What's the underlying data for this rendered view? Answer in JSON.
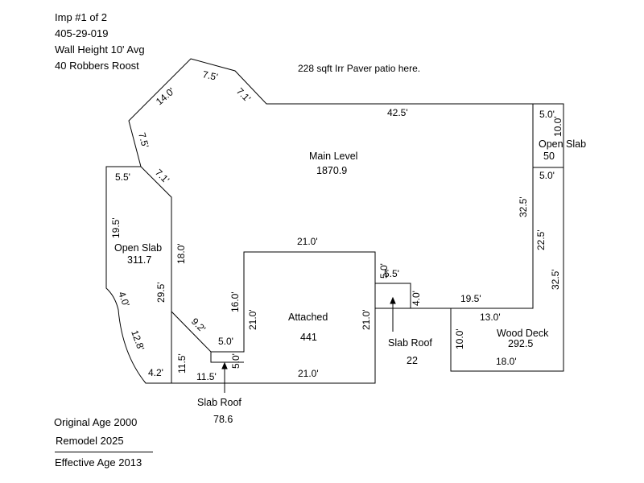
{
  "header": {
    "imp": "Imp #1 of 2",
    "parcel": "405-29-019",
    "wall_height": "Wall Height 10' Avg",
    "address": "40 Robbers Roost"
  },
  "note": "228 sqft Irr Paver patio here.",
  "areas": {
    "main_name": "Main Level",
    "main_value": "1870.9",
    "open_slab_left_name": "Open Slab",
    "open_slab_left_value": "311.7",
    "open_slab_right_name": "Open Slab",
    "open_slab_right_value": "50",
    "attached_name": "Attached",
    "attached_value": "441",
    "wood_deck_name": "Wood Deck",
    "wood_deck_value": "292.5",
    "slab_roof_a_name": "Slab Roof",
    "slab_roof_a_value": "78.6",
    "slab_roof_b_name": "Slab Roof",
    "slab_roof_b_value": "22"
  },
  "dims": {
    "d7_5a": "7.5'",
    "d14_0": "14.0'",
    "d7_1a": "7.1'",
    "d42_5": "42.5'",
    "d5_0a": "5.0'",
    "d10_0a": "10.0'",
    "d7_5b": "7.5'",
    "d7_1b": "7.1'",
    "d5_5a": "5.5'",
    "d5_0b": "5.0'",
    "d19_5a": "19.5'",
    "d32_5a": "32.5'",
    "d22_5": "22.5'",
    "d18_0a": "18.0'",
    "d21_0a": "21.0'",
    "d32_5b": "32.5'",
    "d5_0c": "5.0'",
    "d5_5b": "5.5'",
    "d4_0a": "4.0'",
    "d19_5b": "19.5'",
    "d16_0": "16.0'",
    "d29_5": "29.5'",
    "d21_0b": "21.0'",
    "d21_0c": "21.0'",
    "d13_0": "13.0'",
    "d4_0b": "4.0'",
    "d9_2": "9.2'",
    "d5_0d": "5.0'",
    "d10_0b": "10.0'",
    "d12_8": "12.8'",
    "d11_5a": "11.5'",
    "d5_0e": "5.0'",
    "d18_0b": "18.0'",
    "d4_2": "4.2'",
    "d11_5b": "11.5'",
    "d21_0d": "21.0'"
  },
  "footer": {
    "original_age": "Original Age 2000",
    "remodel": "Remodel 2025",
    "effective_age": "Effective Age 2013"
  }
}
